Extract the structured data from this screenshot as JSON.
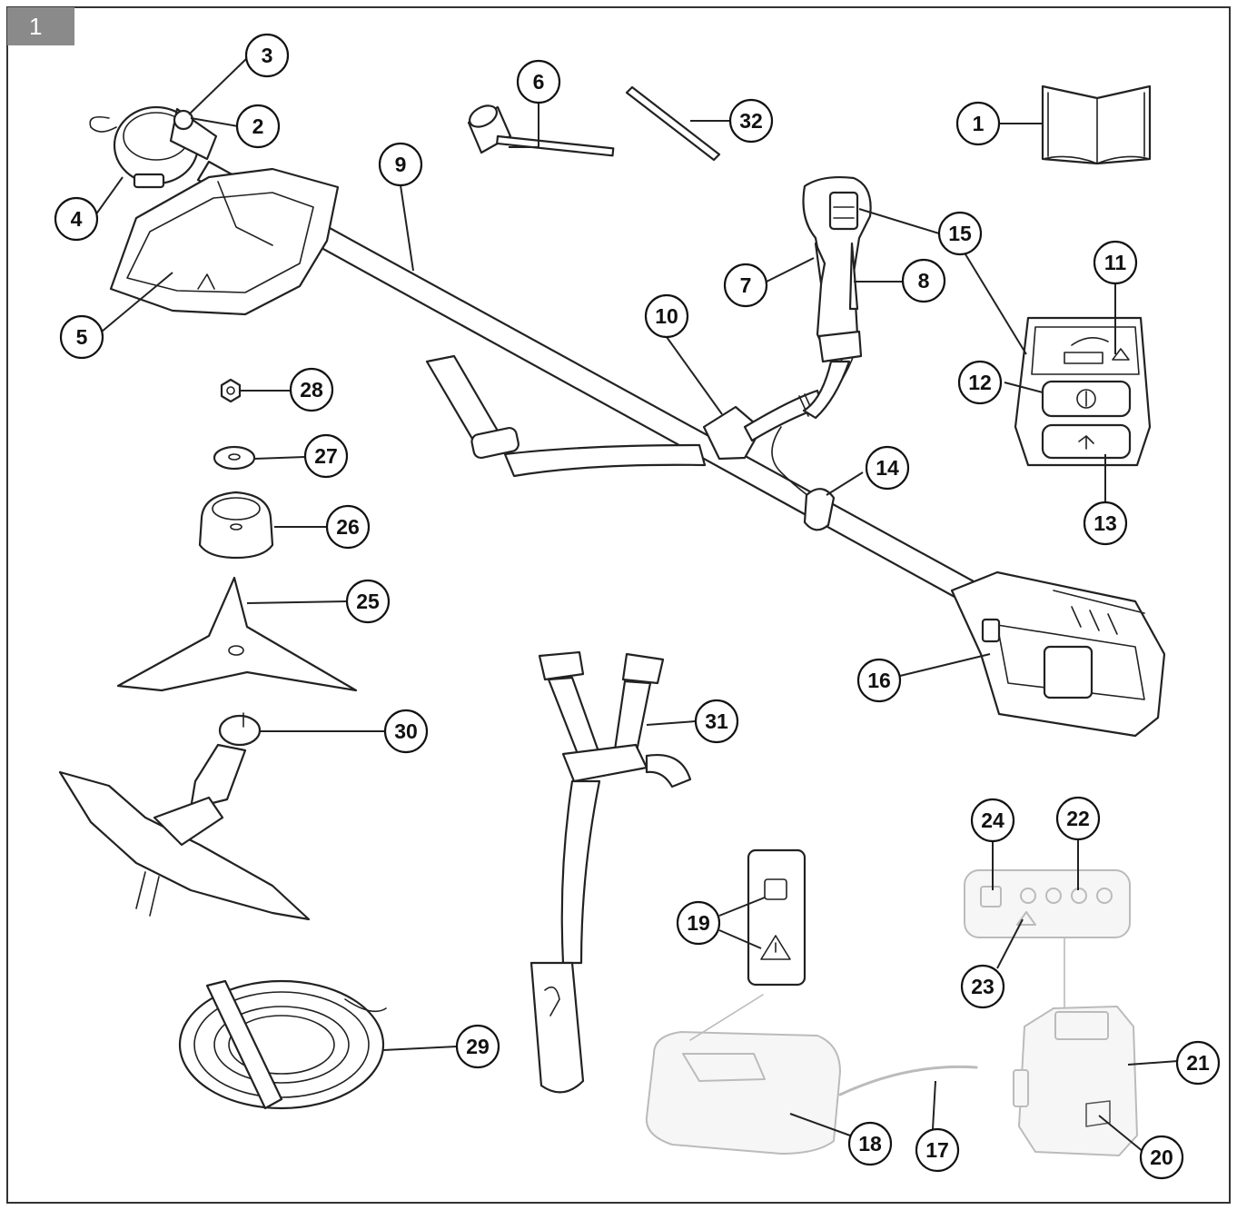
{
  "figure": {
    "number": "1"
  },
  "callouts": [
    {
      "id": "c1",
      "label": "1"
    },
    {
      "id": "c2",
      "label": "2"
    },
    {
      "id": "c3",
      "label": "3"
    },
    {
      "id": "c4",
      "label": "4"
    },
    {
      "id": "c5",
      "label": "5"
    },
    {
      "id": "c6",
      "label": "6"
    },
    {
      "id": "c7",
      "label": "7"
    },
    {
      "id": "c8",
      "label": "8"
    },
    {
      "id": "c9",
      "label": "9"
    },
    {
      "id": "c10",
      "label": "10"
    },
    {
      "id": "c11",
      "label": "11"
    },
    {
      "id": "c12",
      "label": "12"
    },
    {
      "id": "c13",
      "label": "13"
    },
    {
      "id": "c14",
      "label": "14"
    },
    {
      "id": "c15",
      "label": "15"
    },
    {
      "id": "c16",
      "label": "16"
    },
    {
      "id": "c17",
      "label": "17"
    },
    {
      "id": "c18",
      "label": "18"
    },
    {
      "id": "c19",
      "label": "19"
    },
    {
      "id": "c20",
      "label": "20"
    },
    {
      "id": "c21",
      "label": "21"
    },
    {
      "id": "c22",
      "label": "22"
    },
    {
      "id": "c23",
      "label": "23"
    },
    {
      "id": "c24",
      "label": "24"
    },
    {
      "id": "c25",
      "label": "25"
    },
    {
      "id": "c26",
      "label": "26"
    },
    {
      "id": "c27",
      "label": "27"
    },
    {
      "id": "c28",
      "label": "28"
    },
    {
      "id": "c29",
      "label": "29"
    },
    {
      "id": "c30",
      "label": "30"
    },
    {
      "id": "c31",
      "label": "31"
    },
    {
      "id": "c32",
      "label": "32"
    }
  ]
}
